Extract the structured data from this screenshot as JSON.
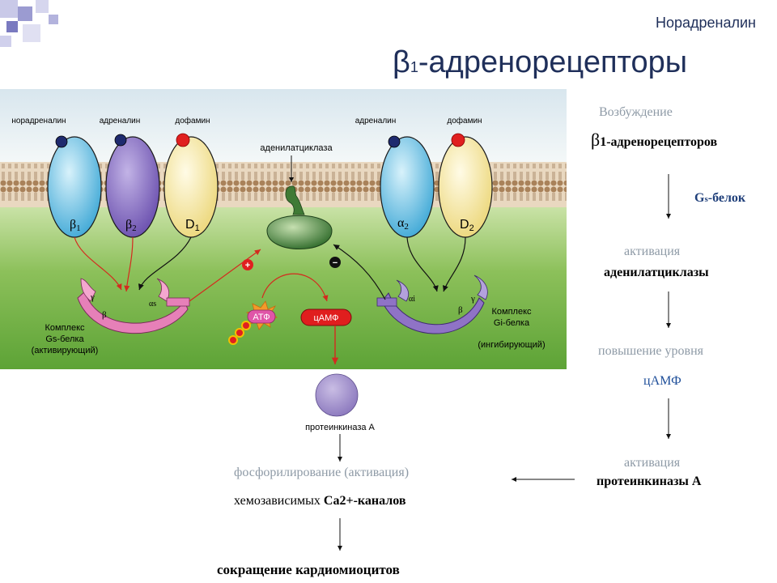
{
  "header": {
    "subtitle": "Норадреналин",
    "title_beta": "β",
    "title_sub": "1",
    "title_rest": "-адренорецепторы"
  },
  "diagram": {
    "ligand_noradrenaline": "норадреналин",
    "ligand_adrenaline_1": "адреналин",
    "ligand_dopamine_1": "дофамин",
    "ligand_adrenaline_2": "адреналин",
    "ligand_dopamine_2": "дофамин",
    "enzyme_label": "аденилатциклаза",
    "receptor_b1": "β",
    "receptor_b1_sub": "1",
    "receptor_b2": "β",
    "receptor_b2_sub": "2",
    "receptor_d1": "D",
    "receptor_d1_sub": "1",
    "receptor_a2": "α",
    "receptor_a2_sub": "2",
    "receptor_d2": "D",
    "receptor_d2_sub": "2",
    "gs_label_1": "Комплекс",
    "gs_label_2": "Gs-белка",
    "gs_label_3": "(активирующий)",
    "gi_label_1": "Комплекс",
    "gi_label_2": "Gi-белка",
    "gi_label_3": "(ингибирующий)",
    "gs_gamma": "γ",
    "gs_beta": "β",
    "gs_alpha": "αs",
    "gi_gamma": "γ",
    "gi_beta": "β",
    "gi_alpha": "αi",
    "plus": "+",
    "minus": "−",
    "atf": "АТФ",
    "camf": "цАМФ",
    "pka_label": "протеинкиназа А",
    "colors": {
      "membrane": "#d8b48a",
      "lower": "#6aa844",
      "upper": "#e6eef2"
    }
  },
  "flow": {
    "step1_gray": "Возбуждение",
    "step1_beta": "β",
    "step1_bold": "1-адренорецепторов",
    "gs_protein_G": "G",
    "gs_protein_sub": "s",
    "gs_protein_rest": "-белок",
    "step2_gray": "активация",
    "step2_bold": "аденилатциклазы",
    "step3_gray": "повышение уровня",
    "step3_blue": "цАМФ",
    "step4_gray": "активация",
    "step4_bold": "протеинкиназы А",
    "phos_gray": "фосфорилирование (активация)",
    "phos_plain": "хемозависимых",
    "phos_bold": "Са2+-каналов",
    "final_bold": "сокращение кардиомиоцитов"
  }
}
